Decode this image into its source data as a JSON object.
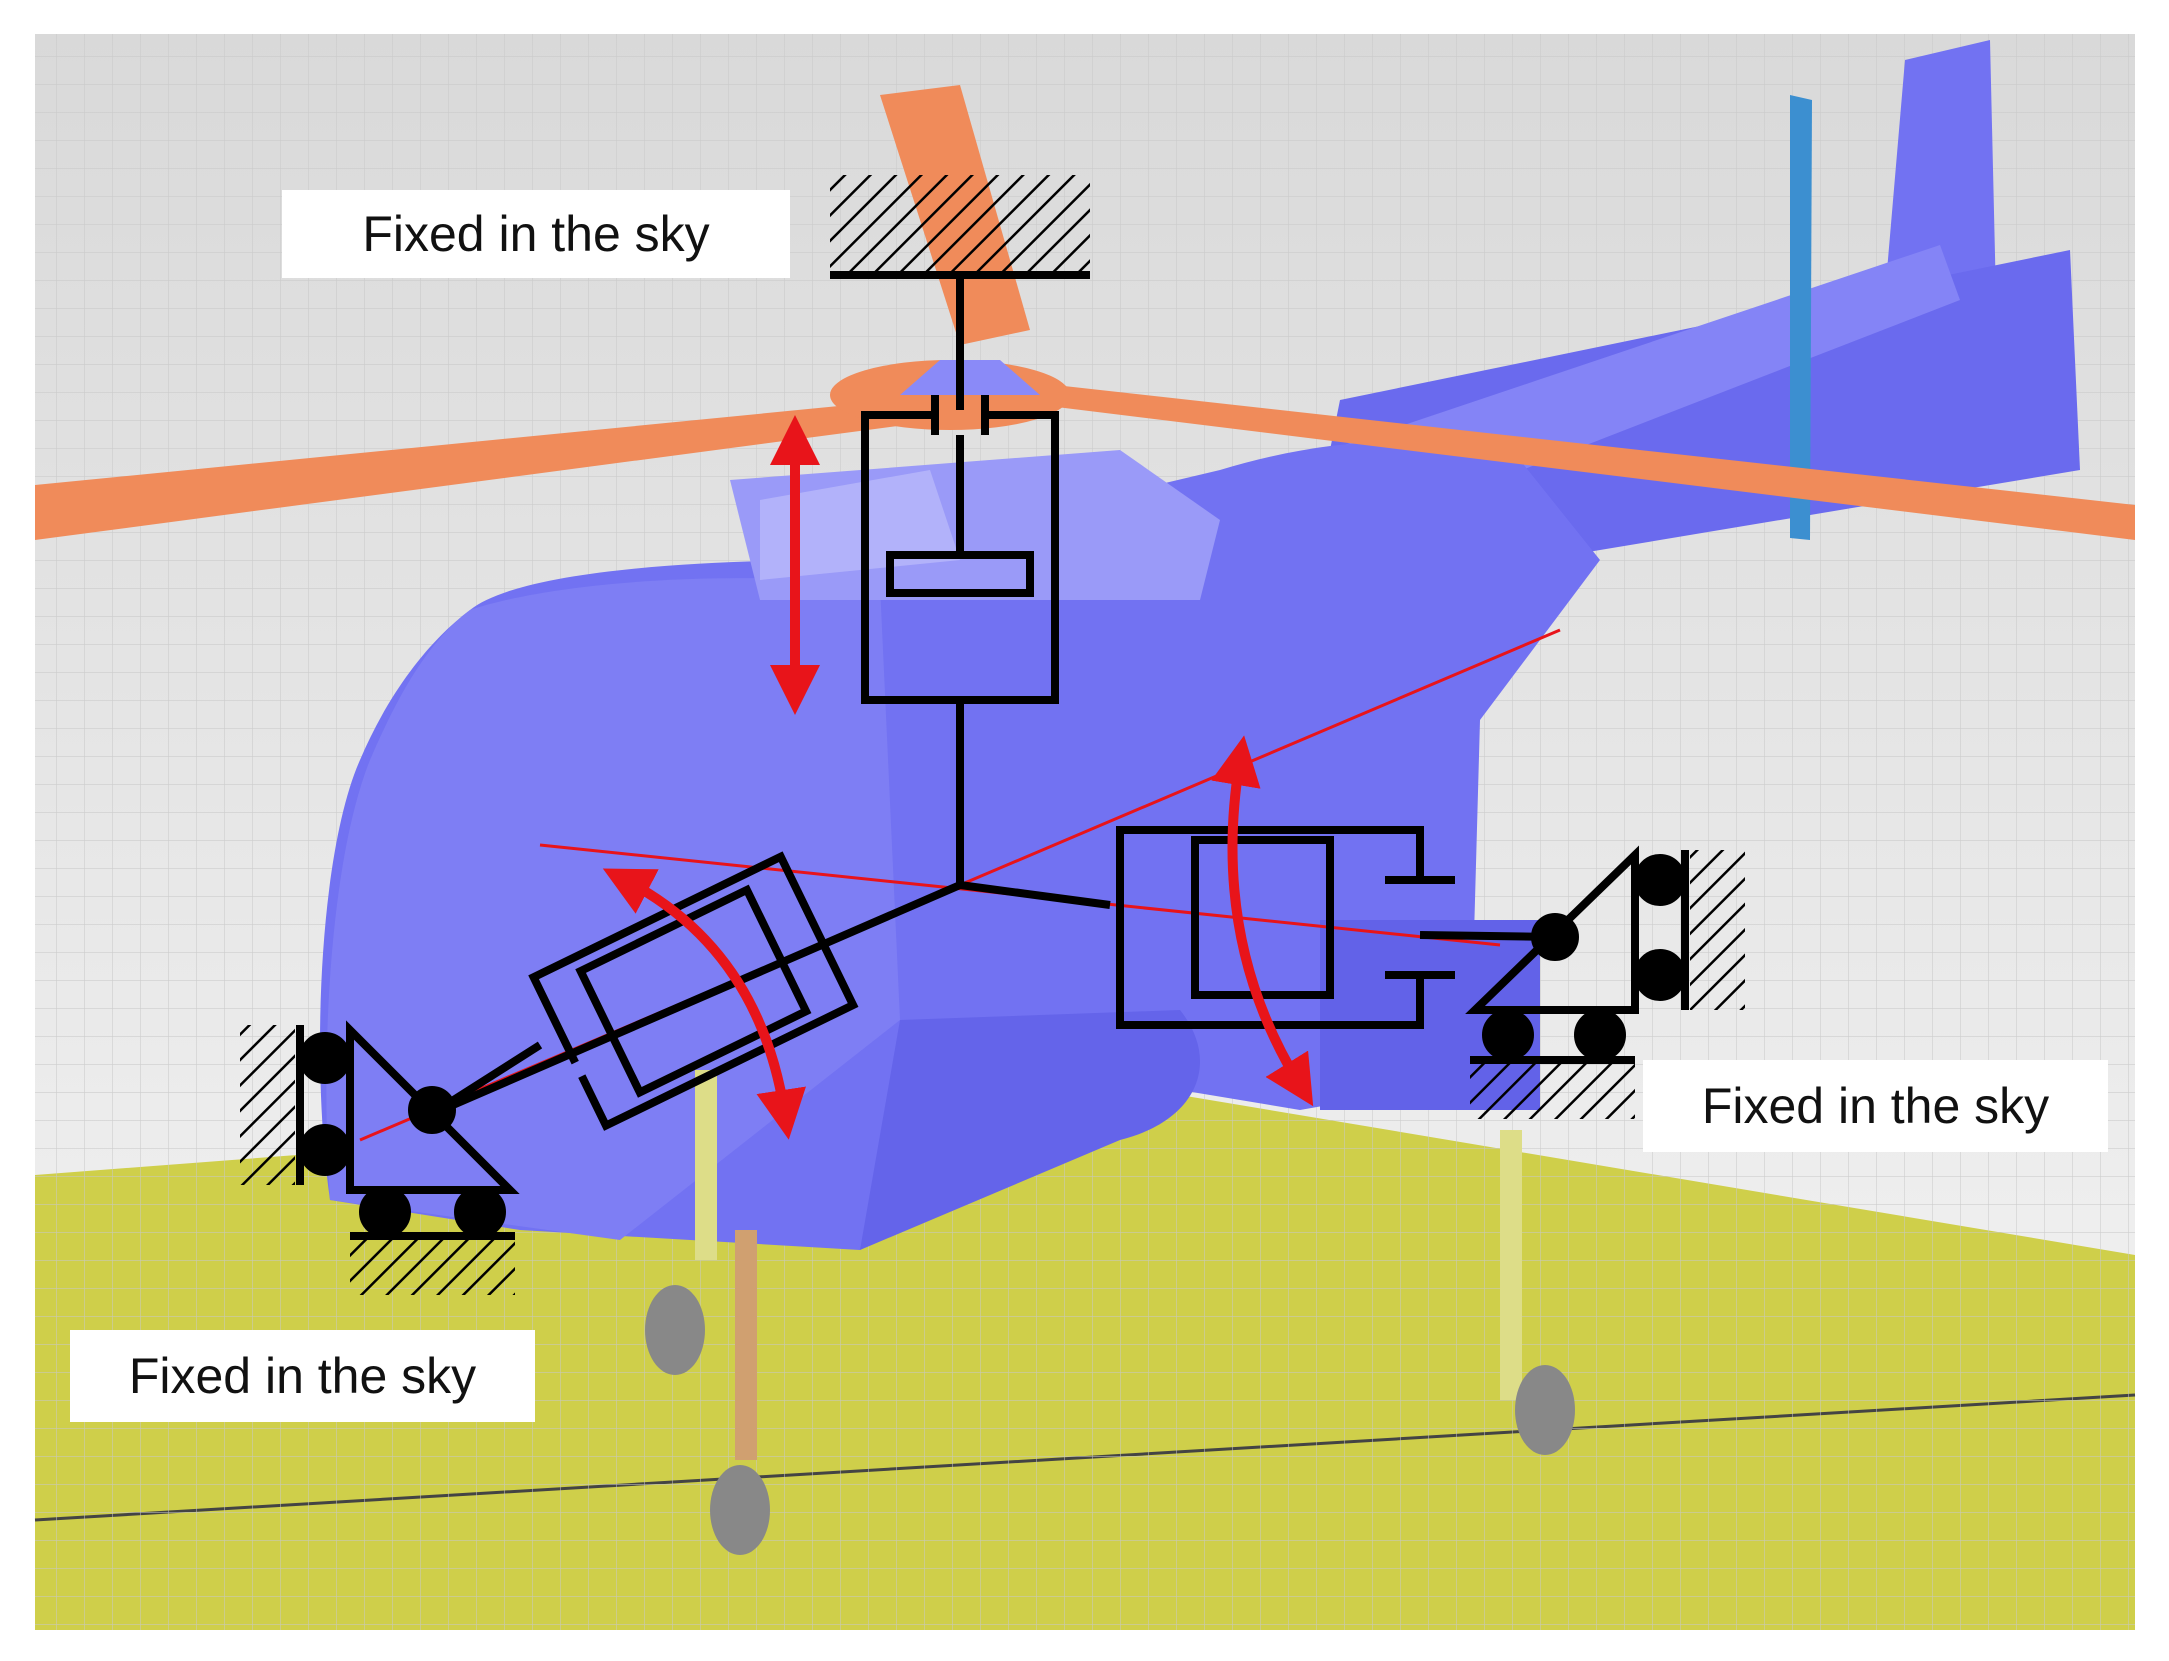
{
  "labels": {
    "top": "Fixed in the sky",
    "left": "Fixed in the sky",
    "right": "Fixed in the sky"
  },
  "colors": {
    "sky_top": "#d9d9d9",
    "sky_bottom": "#f5f5f5",
    "ground": "#cfcf4a",
    "fuselage": "#7272f2",
    "fuselage_dark": "#5c5ce6",
    "fuselage_light": "#9a9af8",
    "rotor": "#f08b5a",
    "mechanism": "#000000",
    "arrow": "#e8141a",
    "axis_line": "#e8141a",
    "antenna": "#3c8fd0",
    "gear": "#888888"
  }
}
